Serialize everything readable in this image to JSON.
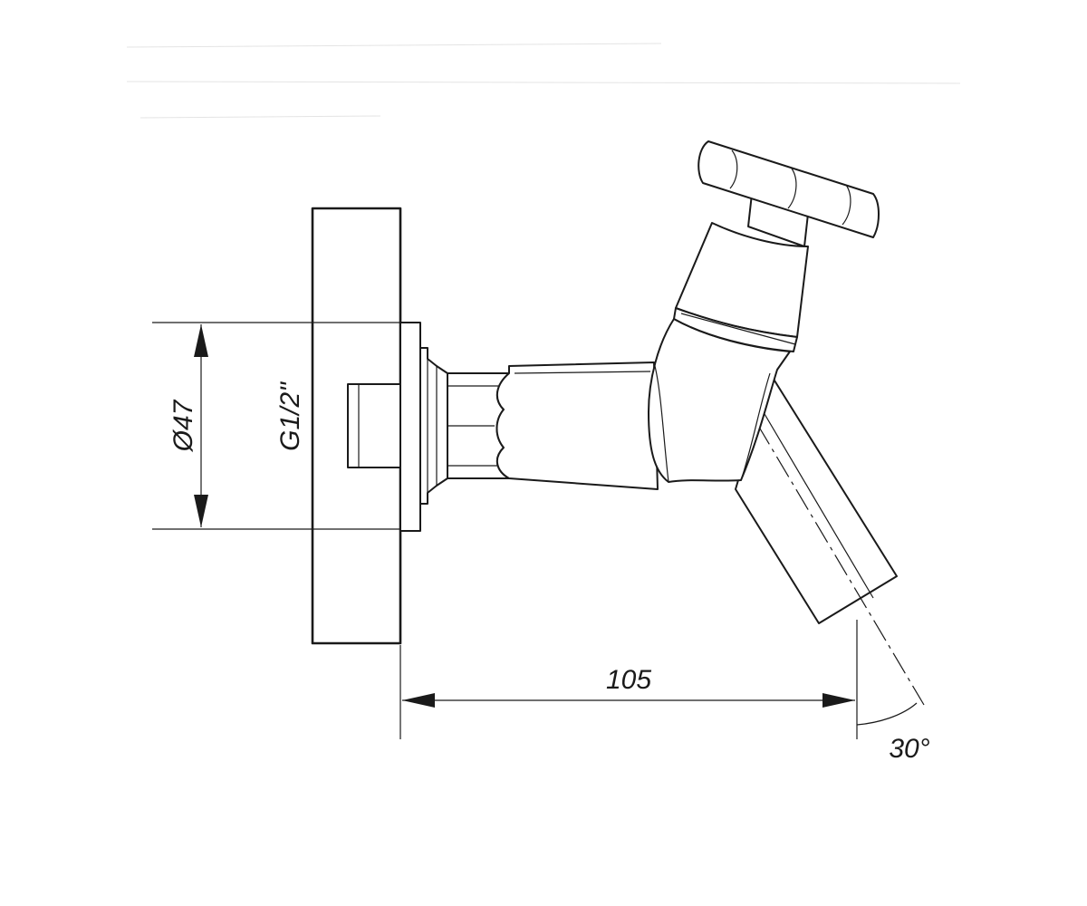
{
  "dimensions": {
    "diameter": "Ø47",
    "thread": "G1/2\"",
    "length": "105",
    "angle": "30°"
  },
  "colors": {
    "line": "#1a1a1a",
    "background": "#ffffff"
  }
}
